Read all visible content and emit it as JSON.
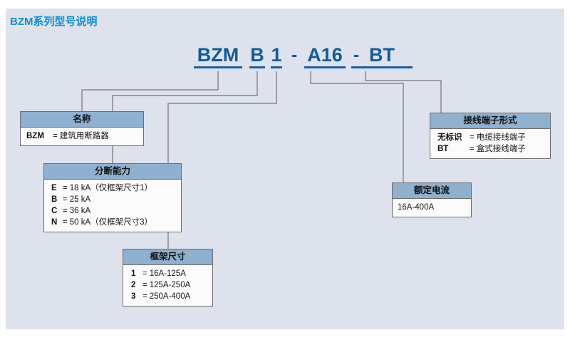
{
  "page": {
    "title": "BZM系列型号说明",
    "title_color": "#0d8fd4",
    "bg_color": "#dde2ec",
    "header_color": "#8fb0cf",
    "line_color": "#5b5b5b"
  },
  "model_number": {
    "segments": [
      {
        "text": "BZM",
        "underlined": true
      },
      {
        "text": "B",
        "underlined": true
      },
      {
        "text": "1",
        "underlined": true
      },
      {
        "text": "-",
        "underlined": false
      },
      {
        "text": "A16",
        "underlined": true
      },
      {
        "text": "-",
        "underlined": false
      },
      {
        "text": "BT",
        "underlined": true
      }
    ]
  },
  "boxes": {
    "name": {
      "title": "名称",
      "rows": [
        {
          "code": "BZM",
          "eq": "=",
          "value": "建筑用断路器"
        }
      ]
    },
    "breaking_capacity": {
      "title": "分断能力",
      "rows": [
        {
          "code": "E",
          "eq": "=",
          "value": "18 kA（仅框架尺寸1）"
        },
        {
          "code": "B",
          "eq": "=",
          "value": "25 kA"
        },
        {
          "code": "C",
          "eq": "=",
          "value": "36 kA"
        },
        {
          "code": "N",
          "eq": "=",
          "value": "50 kA（仅框架尺寸3）"
        }
      ]
    },
    "frame_size": {
      "title": "框架尺寸",
      "rows": [
        {
          "code": "1",
          "eq": "=",
          "value": "16A-125A"
        },
        {
          "code": "2",
          "eq": "=",
          "value": "125A-250A"
        },
        {
          "code": "3",
          "eq": "=",
          "value": "250A-400A"
        }
      ]
    },
    "rated_current": {
      "title": "额定电流",
      "value": "16A-400A"
    },
    "terminal_type": {
      "title": "接线端子形式",
      "rows": [
        {
          "code": "无标识",
          "eq": "=",
          "value": "电缆接线端子"
        },
        {
          "code": "BT",
          "eq": "=",
          "value": "盒式接线端子"
        }
      ]
    }
  }
}
